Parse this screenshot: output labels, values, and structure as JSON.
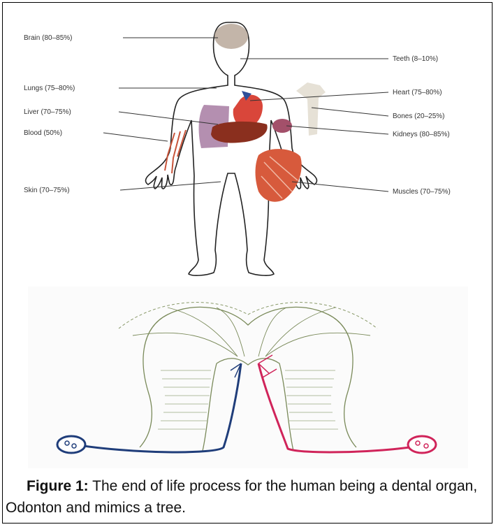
{
  "figure_top": {
    "labels_left": {
      "brain": "Brain (80–85%)",
      "lungs": "Lungs (75–80%)",
      "liver": "Liver (70–75%)",
      "blood": "Blood (50%)",
      "skin": "Skin (70–75%)"
    },
    "labels_right": {
      "teeth": "Teeth (8–10%)",
      "heart": "Heart (75–80%)",
      "bones": "Bones (20–25%)",
      "kidneys": "Kidneys (80–85%)",
      "muscles": "Muscles (70–75%)"
    }
  },
  "caption": {
    "label": "Figure 1:",
    "text": " The end of life process for the human being a dental organ, Odonton and mimics a tree."
  },
  "colors": {
    "nerve_left": "#1f3d7a",
    "nerve_right": "#d0245a",
    "tooth_outline": "#7a8a5a"
  }
}
